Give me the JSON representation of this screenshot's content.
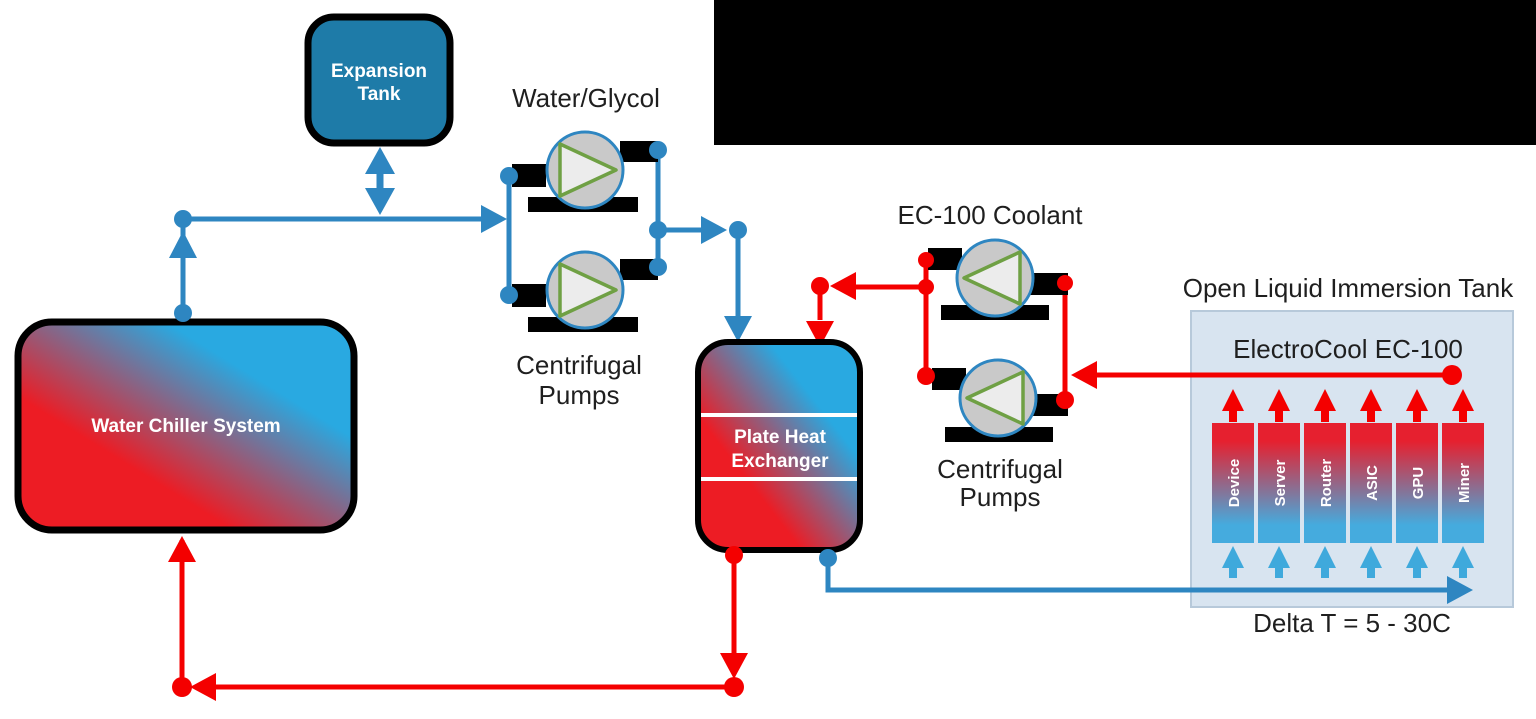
{
  "colors": {
    "pipe_blue": "#2E86C1",
    "pipe_red": "#F40000",
    "expansion_tank_fill": "#1E7BA8",
    "hot_red": "#ED1C24",
    "cold_blue": "#29A9E1",
    "pump_body_gray": "#C9C9C9",
    "pump_triangle_green": "#6FA044",
    "immersion_tank_fill": "#D8E4F0",
    "device_bar_top_red": "#E6202F",
    "device_bar_bottom_blue": "#45ABDE",
    "device_arrow_blue": "#3FA9DC",
    "redacted_region": "#000000"
  },
  "nodes": {
    "expansion_tank": {
      "label_line1": "Expansion",
      "label_line2": "Tank"
    },
    "water_chiller": {
      "label": "Water Chiller System"
    },
    "plate_heat_exchanger": {
      "label_line1": "Plate Heat",
      "label_line2": "Exchanger"
    },
    "water_glycol_pumps": {
      "fluid_label": "Water/Glycol",
      "label_line1": "Centrifugal",
      "label_line2": "Pumps"
    },
    "ec100_pumps": {
      "fluid_label": "EC-100 Coolant",
      "label_line1": "Centrifugal",
      "label_line2": "Pumps"
    },
    "immersion_tank": {
      "title": "Open Liquid Immersion Tank",
      "coolant_label": "ElectroCool EC-100",
      "devices": [
        "Device",
        "Server",
        "Router",
        "ASIC",
        "GPU",
        "Miner"
      ],
      "delta_t_label": "Delta T = 5 - 30C"
    }
  }
}
